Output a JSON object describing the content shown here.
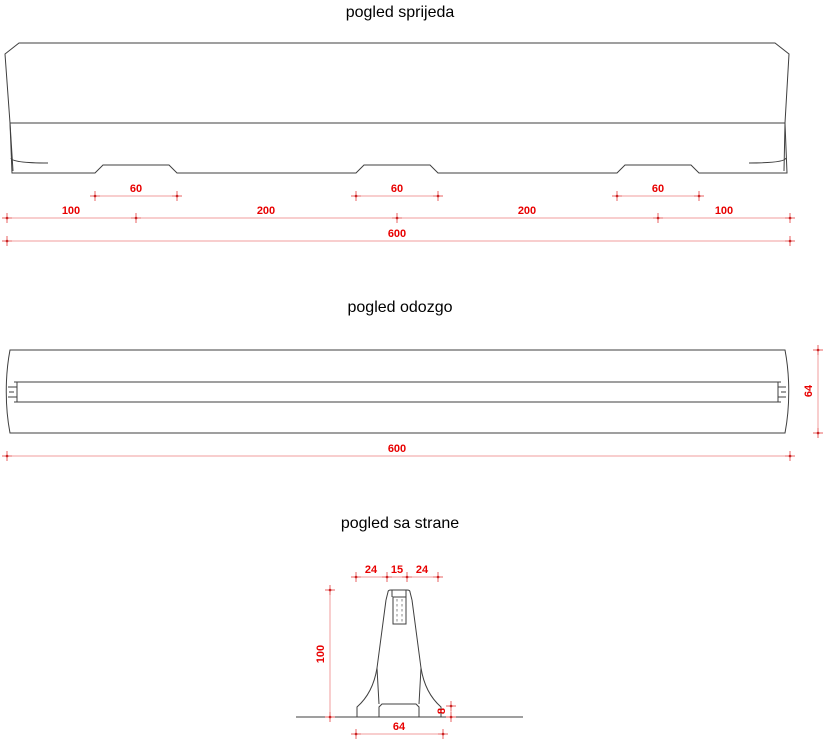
{
  "colors": {
    "object_line": "#3f3f3f",
    "hidden_line": "#8a8a8a",
    "dimension_line": "#f19e9e",
    "dimension_tick": "#e86060",
    "dimension_dot": "#c92525",
    "dimension_text": "#e80000",
    "title_text": "#000000"
  },
  "front_view": {
    "title": "pogled sprijeda",
    "notch_width_label": "60",
    "segment_labels": [
      "100",
      "200",
      "200",
      "100"
    ],
    "total_label": "600"
  },
  "top_view": {
    "title": "pogled odozgo",
    "depth_label": "64",
    "total_label": "600"
  },
  "side_view": {
    "title": "pogled sa strane",
    "top_segment_labels": [
      "24",
      "15",
      "24"
    ],
    "height_label": "100",
    "base_notch_height_label": "8",
    "base_width_label": "64"
  }
}
